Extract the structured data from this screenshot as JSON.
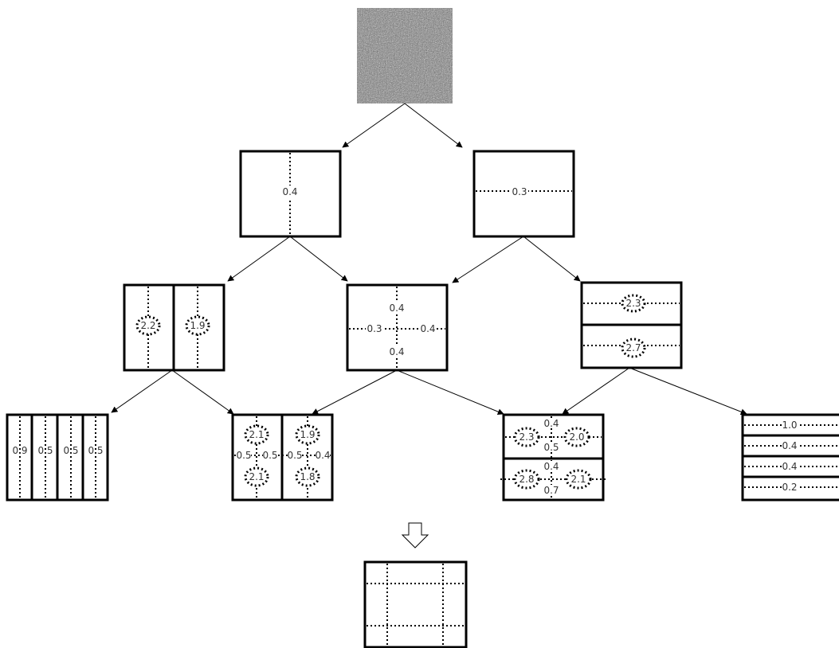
{
  "colors": {
    "line": "#000000",
    "background": "#ffffff",
    "texture": "#7a7a7a"
  },
  "root": {
    "image": "noise-texture-image"
  },
  "level1": {
    "left": {
      "v": "0.4"
    },
    "right": {
      "h": "0.3"
    }
  },
  "level2": {
    "left": {
      "a": "2.2",
      "b": "1.9"
    },
    "mid": {
      "top": "0.4",
      "left": "0.3",
      "right": "0.4",
      "bottom": "0.4"
    },
    "right": {
      "a": "2.3",
      "b": "2.7"
    }
  },
  "level3": {
    "a": [
      "0.9",
      "0.5",
      "0.5",
      "0.5"
    ],
    "b": {
      "tl": "2.1",
      "tr": "1.9",
      "bl": "2.1",
      "br": "1.8",
      "l1": "0.5",
      "l2": "0.5",
      "l3": "0.5",
      "l4": "0.4"
    },
    "c": {
      "e1": "2.3",
      "e2": "2.0",
      "e3": "2.8",
      "e4": "2.1",
      "t1": "0.4",
      "t2": "0.5",
      "t3": "0.4",
      "t4": "0.7"
    },
    "d": [
      "1.0",
      "0.4",
      "0.4",
      "0.2"
    ]
  },
  "result": {
    "arrow": "down-hollow-arrow"
  }
}
